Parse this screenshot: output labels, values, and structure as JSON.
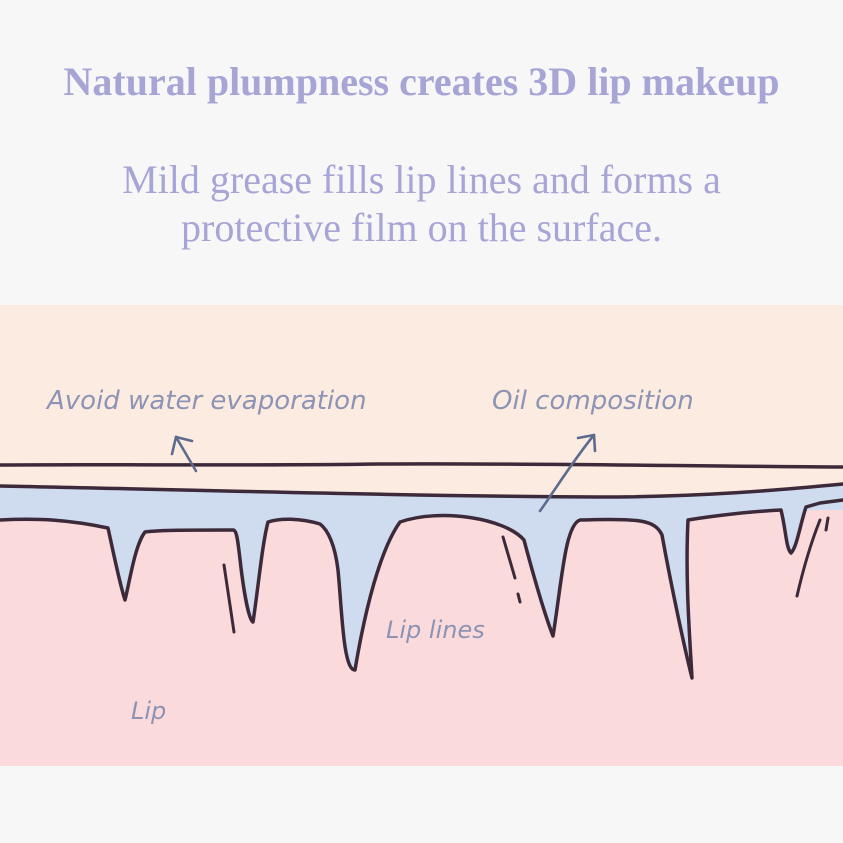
{
  "headline": {
    "line1": "Natural plumpness creates 3D lip makeup",
    "line2a": "Mild grease fills lip lines and forms a",
    "line2b": "protective film on the surface."
  },
  "labels": {
    "avoid_water": "Avoid water evaporation",
    "oil": "Oil composition",
    "lip_lines": "Lip lines",
    "lip": "Lip"
  },
  "colors": {
    "background": "#f8f7f8",
    "top_layer": "#fcebe0",
    "oil_film": "#cfdcef",
    "lip": "#fbdadc",
    "outline": "#3c2a3a",
    "arrow": "#5d6c8e",
    "text": "#a7a4d6"
  }
}
